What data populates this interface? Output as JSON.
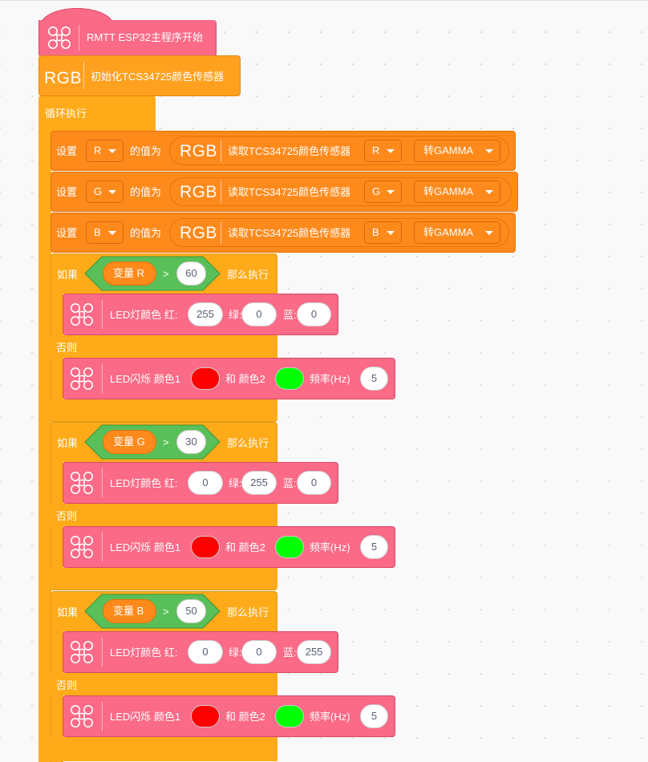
{
  "hat": {
    "label": "RMTT ESP32主程序开始",
    "icon": "drone-icon"
  },
  "init": {
    "icon_text": "RGB",
    "label": "初始化TCS34725颜色传感器"
  },
  "loop": {
    "label": "循环执行"
  },
  "set_blocks": [
    {
      "set_label": "设置",
      "var": "R",
      "of_label": "的值为",
      "icon_text": "RGB",
      "read_label": "读取TCS34725颜色传感器",
      "channel": "R",
      "gamma": "转GAMMA"
    },
    {
      "set_label": "设置",
      "var": "G",
      "of_label": "的值为",
      "icon_text": "RGB",
      "read_label": "读取TCS34725颜色传感器",
      "channel": "G",
      "gamma": "转GAMMA"
    },
    {
      "set_label": "设置",
      "var": "B",
      "of_label": "的值为",
      "icon_text": "RGB",
      "read_label": "读取TCS34725颜色传感器",
      "channel": "B",
      "gamma": "转GAMMA"
    }
  ],
  "if_blocks": [
    {
      "if_label": "如果",
      "var_label": "变量 R",
      "op": ">",
      "value": "60",
      "then_label": "那么执行",
      "led": {
        "label": "LED灯颜色 红:",
        "r": "255",
        "g_label": "绿:",
        "g": "0",
        "b_label": "蓝:",
        "b": "0"
      },
      "else_label": "否则",
      "blink": {
        "label": "LED闪烁 颜色1",
        "and_label": "和 颜色2",
        "freq_label": "频率(Hz)",
        "freq": "5",
        "color1": "#ff0000",
        "color2": "#00ff00"
      }
    },
    {
      "if_label": "如果",
      "var_label": "变量 G",
      "op": ">",
      "value": "30",
      "then_label": "那么执行",
      "led": {
        "label": "LED灯颜色 红:",
        "r": "0",
        "g_label": "绿:",
        "g": "255",
        "b_label": "蓝:",
        "b": "0"
      },
      "else_label": "否则",
      "blink": {
        "label": "LED闪烁 颜色1",
        "and_label": "和 颜色2",
        "freq_label": "频率(Hz)",
        "freq": "5",
        "color1": "#ff0000",
        "color2": "#00ff00"
      }
    },
    {
      "if_label": "如果",
      "var_label": "变量 B",
      "op": ">",
      "value": "50",
      "then_label": "那么执行",
      "led": {
        "label": "LED灯颜色 红:",
        "r": "0",
        "g_label": "绿:",
        "g": "0",
        "b_label": "蓝:",
        "b": "255"
      },
      "else_label": "否则",
      "blink": {
        "label": "LED闪烁 颜色1",
        "and_label": "和 颜色2",
        "freq_label": "频率(Hz)",
        "freq": "5",
        "color1": "#ff0000",
        "color2": "#00ff00"
      }
    }
  ],
  "colors": {
    "pink": "#fb6a87",
    "orange": "#ffa11f",
    "dark_orange": "#ff8a1c",
    "yellow": "#ffab19",
    "green": "#59c059"
  }
}
